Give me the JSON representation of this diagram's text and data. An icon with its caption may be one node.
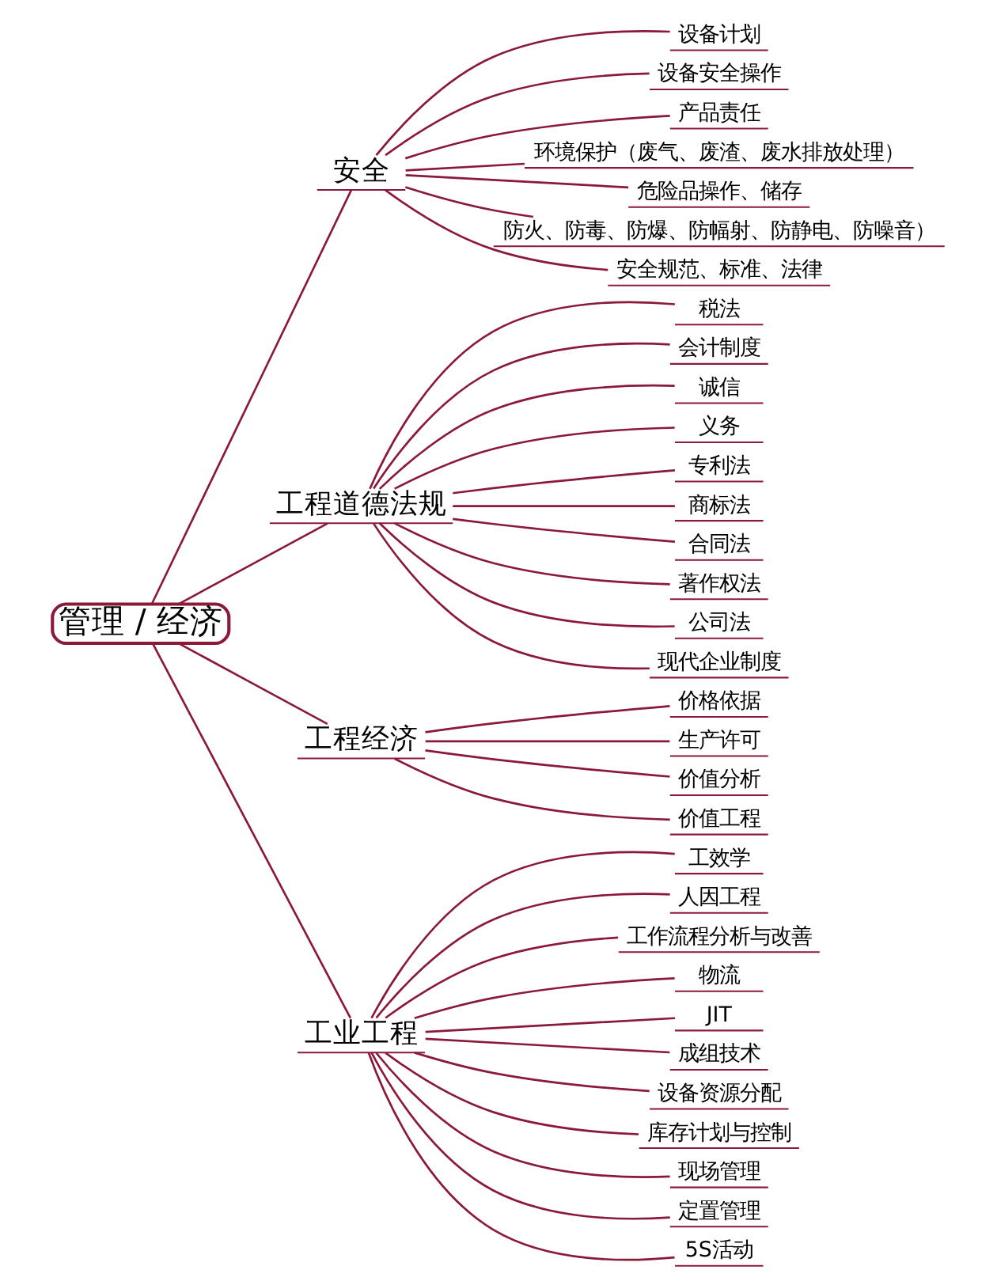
{
  "diagram": {
    "nodes": [
      {
        "text": [
          "管理 / 经济"
        ]
      },
      {
        "text": [
          "安全"
        ]
      },
      {
        "text": [
          "设备计划"
        ]
      },
      {
        "text": [
          "设备安全操作"
        ]
      },
      {
        "text": [
          "产品责任"
        ]
      },
      {
        "text": [
          "环境保护（废气、废渣、废水排放处理）"
        ]
      },
      {
        "text": [
          "危险品操作、储存"
        ]
      },
      {
        "text": [
          "防火、防毒、防爆、防幅射、防静电、防噪音）"
        ]
      },
      {
        "text": [
          "安全规范、标准、法律"
        ]
      },
      {
        "text": [
          "工程道德法规"
        ]
      },
      {
        "text": [
          "税法"
        ]
      },
      {
        "text": [
          "会计制度"
        ]
      },
      {
        "text": [
          "诚信"
        ]
      },
      {
        "text": [
          "义务"
        ]
      },
      {
        "text": [
          "专利法"
        ]
      },
      {
        "text": [
          "商标法"
        ]
      },
      {
        "text": [
          "合同法"
        ]
      },
      {
        "text": [
          "著作权法"
        ]
      },
      {
        "text": [
          "公司法"
        ]
      },
      {
        "text": [
          "现代企业制度"
        ]
      },
      {
        "text": [
          "工程经济"
        ]
      },
      {
        "text": [
          "价格依据"
        ]
      },
      {
        "text": [
          "生产许可"
        ]
      },
      {
        "text": [
          "价值分析"
        ]
      },
      {
        "text": [
          "价值工程"
        ]
      },
      {
        "text": [
          "工业工程"
        ]
      },
      {
        "text": [
          "工效学"
        ]
      },
      {
        "text": [
          "人因工程"
        ]
      },
      {
        "text": [
          "工作流程分析与改善"
        ]
      },
      {
        "text": [
          "物流"
        ]
      },
      {
        "text": [
          "JIT"
        ]
      },
      {
        "text": [
          "成组技术"
        ]
      },
      {
        "text": [
          "设备资源分配"
        ]
      },
      {
        "text": [
          "库存计划与控制"
        ]
      },
      {
        "text": [
          "现场管理"
        ]
      },
      {
        "text": [
          "定置管理"
        ]
      },
      {
        "text": [
          "5S活动"
        ]
      }
    ],
    "edges": [
      {
        "from": 0,
        "to": 1,
        "arrow": "none"
      },
      {
        "from": 1,
        "to": 2,
        "arrow": "none"
      },
      {
        "from": 1,
        "to": 3,
        "arrow": "none"
      },
      {
        "from": 1,
        "to": 4,
        "arrow": "none"
      },
      {
        "from": 1,
        "to": 5,
        "arrow": "none"
      },
      {
        "from": 1,
        "to": 6,
        "arrow": "none"
      },
      {
        "from": 1,
        "to": 7,
        "arrow": "none"
      },
      {
        "from": 1,
        "to": 8,
        "arrow": "none"
      },
      {
        "from": 0,
        "to": 9,
        "arrow": "none"
      },
      {
        "from": 9,
        "to": 10,
        "arrow": "none"
      },
      {
        "from": 9,
        "to": 11,
        "arrow": "none"
      },
      {
        "from": 9,
        "to": 12,
        "arrow": "none"
      },
      {
        "from": 9,
        "to": 13,
        "arrow": "none"
      },
      {
        "from": 9,
        "to": 14,
        "arrow": "none"
      },
      {
        "from": 9,
        "to": 15,
        "arrow": "none"
      },
      {
        "from": 9,
        "to": 16,
        "arrow": "none"
      },
      {
        "from": 9,
        "to": 17,
        "arrow": "none"
      },
      {
        "from": 9,
        "to": 18,
        "arrow": "none"
      },
      {
        "from": 9,
        "to": 19,
        "arrow": "none"
      },
      {
        "from": 0,
        "to": 20,
        "arrow": "none"
      },
      {
        "from": 20,
        "to": 21,
        "arrow": "none"
      },
      {
        "from": 20,
        "to": 22,
        "arrow": "none"
      },
      {
        "from": 20,
        "to": 23,
        "arrow": "none"
      },
      {
        "from": 20,
        "to": 24,
        "arrow": "none"
      },
      {
        "from": 0,
        "to": 25,
        "arrow": "none"
      },
      {
        "from": 25,
        "to": 26,
        "arrow": "none"
      },
      {
        "from": 25,
        "to": 27,
        "arrow": "none"
      },
      {
        "from": 25,
        "to": 28,
        "arrow": "none"
      },
      {
        "from": 25,
        "to": 29,
        "arrow": "none"
      },
      {
        "from": 25,
        "to": 30,
        "arrow": "none"
      },
      {
        "from": 25,
        "to": 31,
        "arrow": "none"
      },
      {
        "from": 25,
        "to": 32,
        "arrow": "none"
      },
      {
        "from": 25,
        "to": 33,
        "arrow": "none"
      },
      {
        "from": 25,
        "to": 34,
        "arrow": "none"
      },
      {
        "from": 25,
        "to": 35,
        "arrow": "none"
      },
      {
        "from": 25,
        "to": 36,
        "arrow": "none"
      }
    ]
  }
}
